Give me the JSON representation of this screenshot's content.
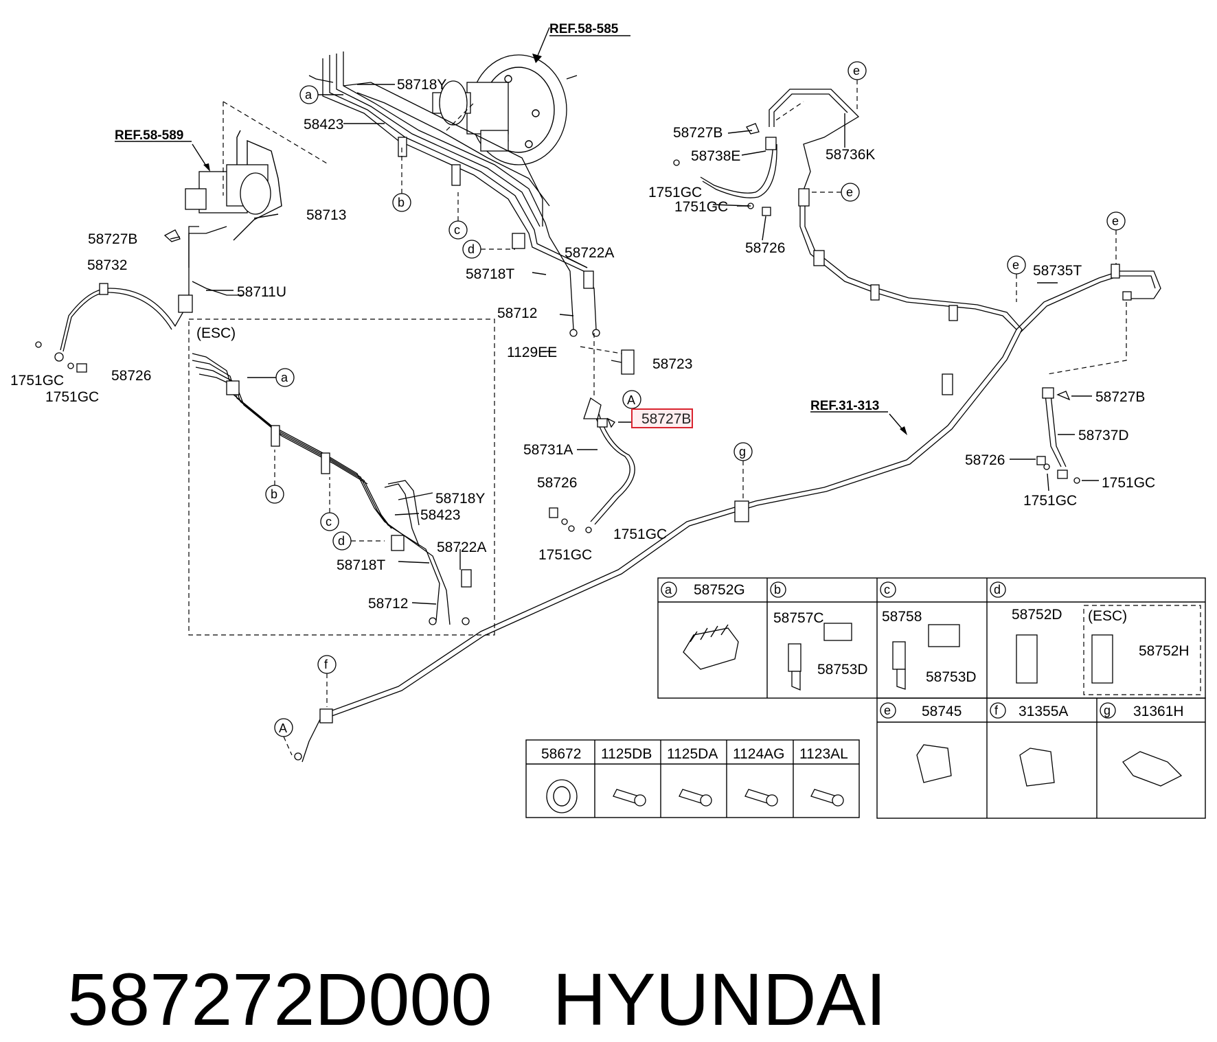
{
  "refs": {
    "ref1": "REF.58-585",
    "ref2": "REF.58-589",
    "ref3": "REF.31-313"
  },
  "labels": {
    "p58718Y": "58718Y",
    "p58423": "58423",
    "p58713": "58713",
    "p58727B_1": "58727B",
    "p58732": "58732",
    "p58711U": "58711U",
    "p1751GC_1": "1751GC",
    "p58726_1": "58726",
    "p1751GC_2": "1751GC",
    "p58722A": "58722A",
    "p58718T": "58718T",
    "p58712": "58712",
    "p1129EE": "1129EE",
    "p58723": "58723",
    "p58727B_hl": "58727B",
    "p58731A": "58731A",
    "p58726_2": "58726",
    "p1751GC_3": "1751GC",
    "p1751GC_4": "1751GC",
    "p58727B_2": "58727B",
    "p58738E": "58738E",
    "p1751GC_5": "1751GC",
    "p1751GC_6": "1751GC",
    "p58726_3": "58726",
    "p58736K": "58736K",
    "p58735T": "58735T",
    "p58727B_3": "58727B",
    "p58737D": "58737D",
    "p58726_4": "58726",
    "p1751GC_7": "1751GC",
    "p1751GC_8": "1751GC",
    "esc": "(ESC)",
    "esc58718Y": "58718Y",
    "esc58423": "58423",
    "esc58722A": "58722A",
    "esc58718T": "58718T",
    "esc58712": "58712"
  },
  "callouts": {
    "a": "a",
    "b": "b",
    "c": "c",
    "d": "d",
    "e": "e",
    "f": "f",
    "g": "g",
    "A": "A"
  },
  "detail_table": {
    "a": {
      "letter": "a",
      "code": "58752G"
    },
    "b": {
      "letter": "b",
      "part1": "58757C",
      "part2": "58753D"
    },
    "c": {
      "letter": "c",
      "part1": "58758",
      "part2": "58753D"
    },
    "d": {
      "letter": "d",
      "part1": "58752D",
      "esc": "(ESC)",
      "part2": "58752H"
    },
    "e": {
      "letter": "e",
      "code": "58745"
    },
    "f": {
      "letter": "f",
      "code": "31355A"
    },
    "g": {
      "letter": "g",
      "code": "31361H"
    }
  },
  "hardware_table": {
    "headers": [
      "58672",
      "1125DB",
      "1125DA",
      "1124AG",
      "1123AL"
    ]
  },
  "footer": {
    "part_number": "587272D000",
    "brand": "HYUNDAI"
  }
}
